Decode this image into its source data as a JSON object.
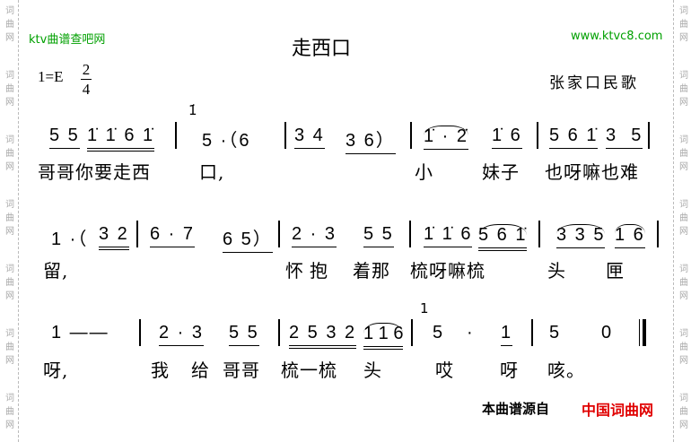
{
  "header": {
    "site_left": "ktv曲谱查吧网",
    "site_right": "www.ktvc8.com",
    "title": "走西口",
    "key": "1=E",
    "time_top": "2",
    "time_bottom": "4",
    "composer": "张家口民歌"
  },
  "watermark": "词曲网",
  "lines": [
    {
      "notes": [
        "5 5",
        "1̇ 1̇ 6 1̇",
        "1̇",
        "5 ·（6",
        "3 4",
        "3 6）",
        "1̇ · 2̇",
        "1̇ 6",
        "5 6 1̇",
        "3  5"
      ],
      "lyrics": [
        "哥哥你要走西",
        "口,",
        "小",
        "妹子",
        "也呀嘛也难"
      ]
    },
    {
      "notes": [
        "1 ·（",
        "3 2",
        "6 · 7",
        "6 5）",
        "2 · 3",
        "5 5",
        "1̇ 1̇ 6",
        "5 6 1̇",
        "3 3 5",
        "1 6"
      ],
      "lyrics": [
        "留,",
        "怀",
        "抱",
        "着那",
        "梳呀嘛梳",
        "头",
        "匣"
      ]
    },
    {
      "notes": [
        "1 ——",
        "2 · 3",
        "5 5",
        "2 5 3 2",
        "1 1 6",
        "1",
        "5",
        "·",
        "1",
        "5",
        "0"
      ],
      "lyrics": [
        "呀,",
        "我",
        "给",
        "哥哥",
        "梳一梳",
        "头",
        "哎",
        "呀",
        "咳。"
      ]
    }
  ],
  "footer": {
    "source_label": "本曲谱源自",
    "source_name": "中国词曲网"
  }
}
